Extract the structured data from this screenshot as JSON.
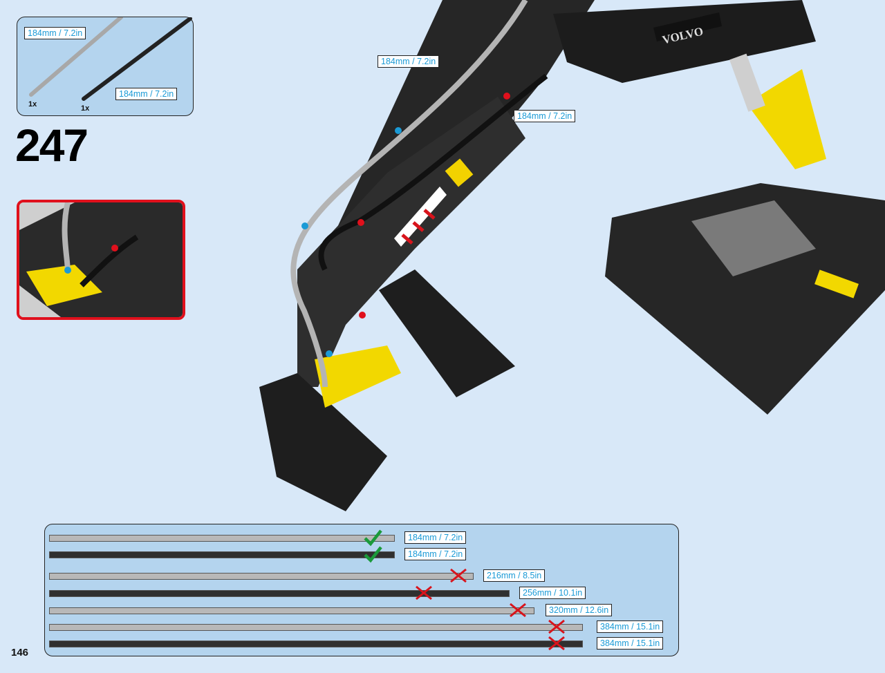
{
  "step": {
    "number": "247"
  },
  "page": {
    "number": "146"
  },
  "parts_list": {
    "items": [
      {
        "kind": "flexible-axle-light-gray",
        "label": "184mm / 7.2in",
        "qty": "1x"
      },
      {
        "kind": "flexible-axle-black",
        "label": "184mm / 7.2in",
        "qty": "1x"
      }
    ]
  },
  "model_labels": {
    "hose_upper": "184mm / 7.2in",
    "hose_lower": "184mm / 7.2in",
    "boom_logo": "VOLVO"
  },
  "ruler": {
    "rows": [
      {
        "label": "184mm / 7.2in",
        "color": "light",
        "mark": "check"
      },
      {
        "label": "184mm / 7.2in",
        "color": "dark",
        "mark": "check"
      },
      {
        "label": "216mm / 8.5in",
        "color": "light",
        "mark": "cross"
      },
      {
        "label": "256mm / 10.1in",
        "color": "dark",
        "mark": "cross"
      },
      {
        "label": "320mm / 12.6in",
        "color": "light",
        "mark": "cross"
      },
      {
        "label": "384mm / 15.1in",
        "color": "light",
        "mark": "cross"
      },
      {
        "label": "384mm / 15.1in",
        "color": "dark",
        "mark": "cross"
      }
    ]
  },
  "colors": {
    "background": "#d8e8f8",
    "panel": "#b4d4ee",
    "label_text": "#1a9ad6",
    "callout_border": "#e0101c",
    "check": "#1a9a3a",
    "cross": "#d8141c"
  }
}
